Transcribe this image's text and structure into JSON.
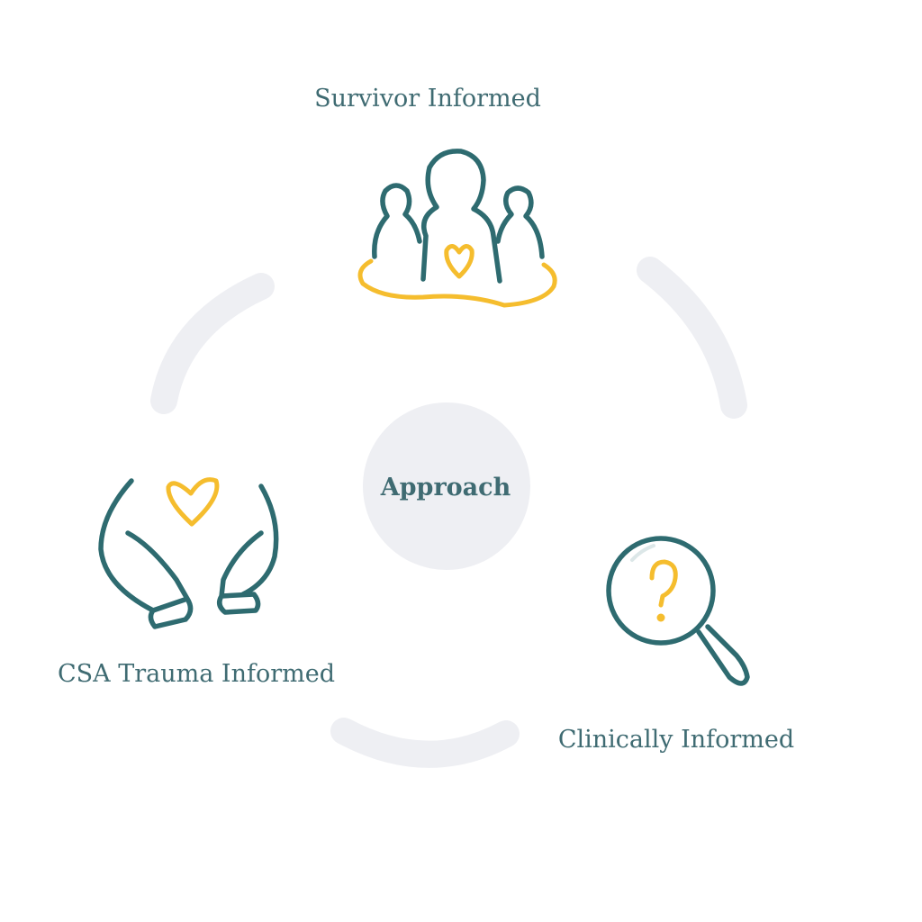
{
  "diagram": {
    "center": {
      "label": "Approach"
    },
    "nodes": [
      {
        "id": "survivor",
        "label": "Survivor Informed",
        "icon": "people-with-heart-icon"
      },
      {
        "id": "csa",
        "label": "CSA Trauma Informed",
        "icon": "hands-holding-heart-icon"
      },
      {
        "id": "clinical",
        "label": "Clinically Informed",
        "icon": "magnifying-glass-question-icon"
      }
    ],
    "colors": {
      "teal": "#2e6b70",
      "label_text": "#3f6b72",
      "accent_gold": "#f5bd2e",
      "soft_gray": "#eeeff3"
    }
  }
}
